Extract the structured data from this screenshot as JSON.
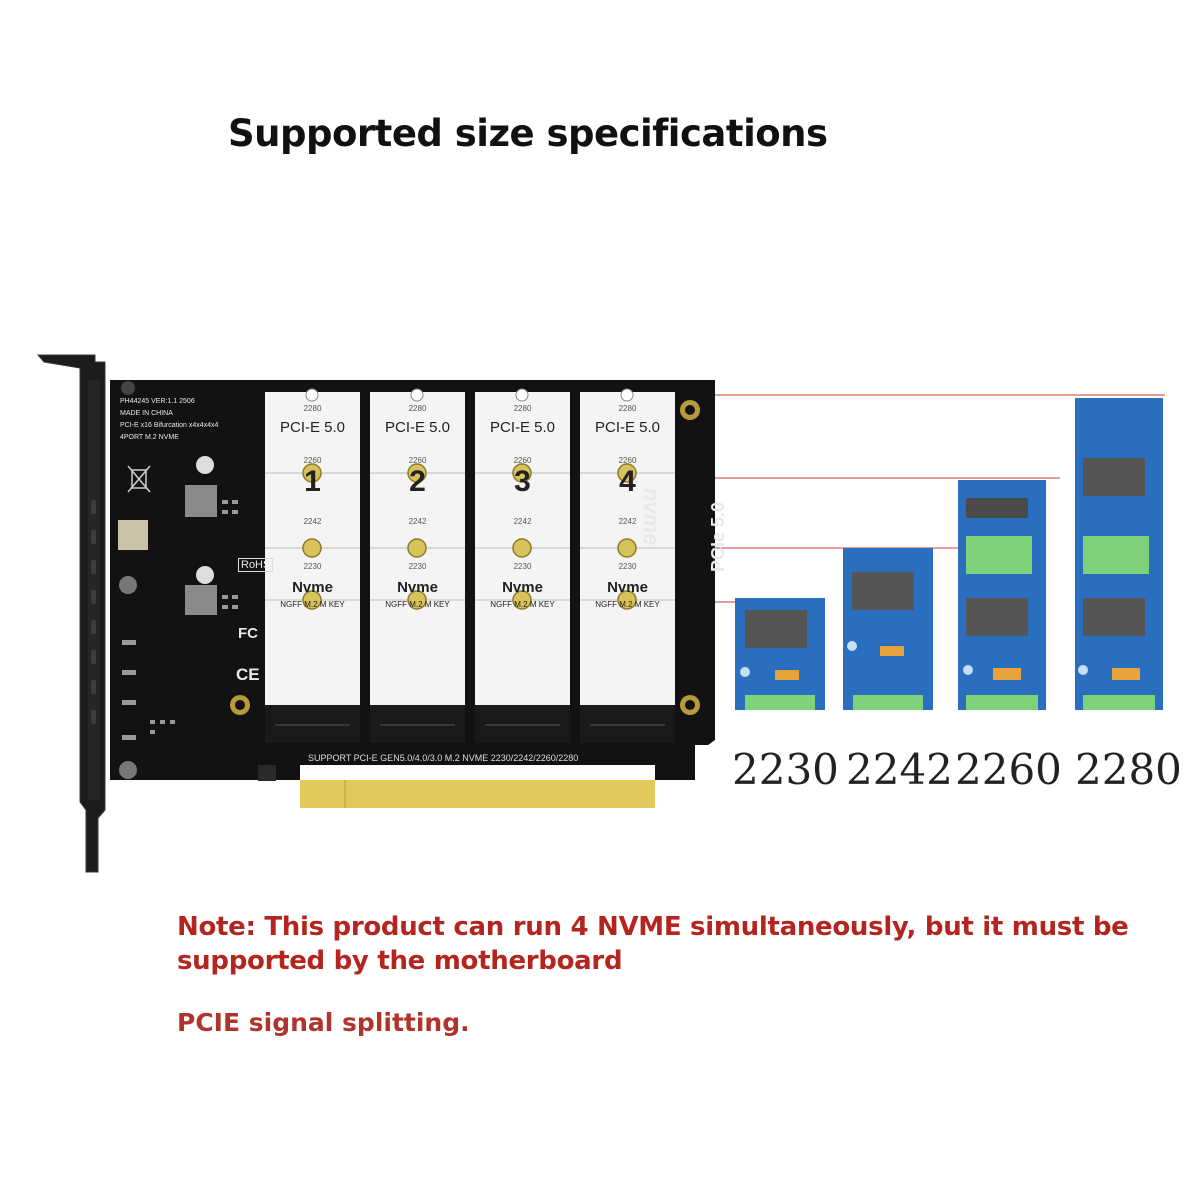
{
  "title": "Supported size specifications",
  "card": {
    "pcb_lines": [
      "PH44245  VER:1.1  2506",
      "MADE IN CHINA",
      "PCI-E x16 Bifurcation  x4x4x4x4",
      "4PORT M.2 NVME"
    ],
    "rohs": "RoHS",
    "ce": "CE",
    "fc": "FC",
    "brand": "nvme",
    "pcie_badge": "PCIe 5.0",
    "support_line": "SUPPORT PCI-E GEN5.0/4.0/3.0    M.2 NVME 2230/2242/2260/2280",
    "slots": [
      {
        "pcie": "PCI-E 5.0",
        "number": "1",
        "brand": "Nvme",
        "key": "NGFF M.2 M KEY",
        "s2280": "2280",
        "s2260": "2260",
        "s2242": "2242",
        "s2230": "2230"
      },
      {
        "pcie": "PCI-E 5.0",
        "number": "2",
        "brand": "Nvme",
        "key": "NGFF M.2 M KEY",
        "s2280": "2280",
        "s2260": "2260",
        "s2242": "2242",
        "s2230": "2230"
      },
      {
        "pcie": "PCI-E 5.0",
        "number": "3",
        "brand": "Nvme",
        "key": "NGFF M.2 M KEY",
        "s2280": "2280",
        "s2260": "2260",
        "s2242": "2242",
        "s2230": "2230"
      },
      {
        "pcie": "PCI-E 5.0",
        "number": "4",
        "brand": "Nvme",
        "key": "NGFF M.2 M KEY",
        "s2280": "2280",
        "s2260": "2260",
        "s2242": "2242",
        "s2230": "2230"
      }
    ]
  },
  "ssd_sizes": [
    "2230",
    "2242",
    "2260",
    "2280"
  ],
  "note": "Note: This product can run 4 NVME simultaneously, but it must be supported by the motherboard",
  "note2": "PCIE signal splitting.",
  "colors": {
    "pcb": "#121212",
    "slot": "#f4f4f4",
    "gold": "#e3c85a",
    "ssd_blue": "#2a6fbf",
    "ssd_green": "#7fd27a",
    "note_red": "#b3251e",
    "guide_line": "#e07a7a"
  }
}
